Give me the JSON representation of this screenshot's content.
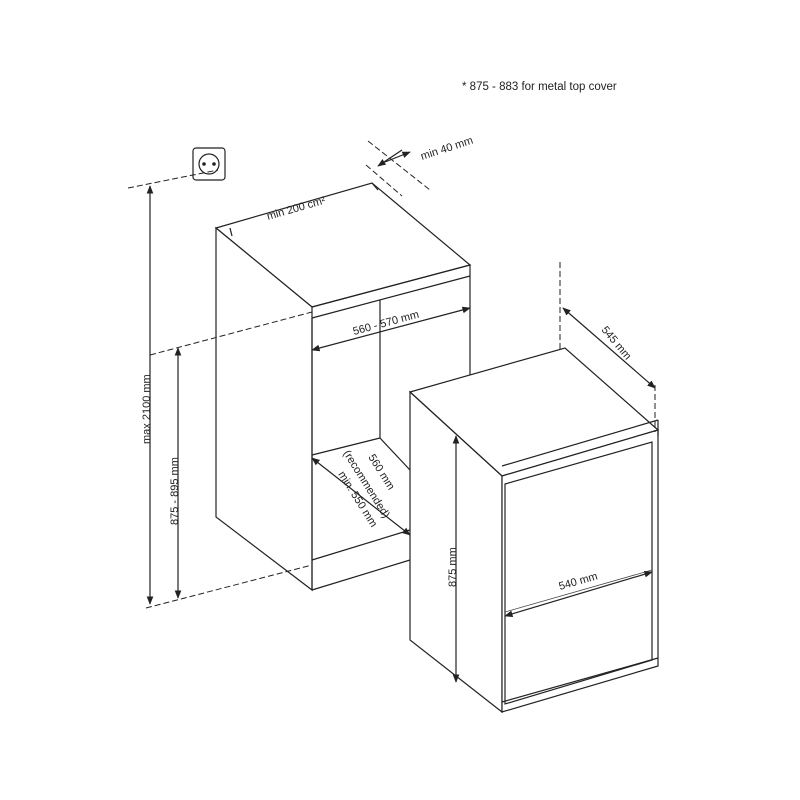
{
  "note": "* 875 - 883 for metal top cover",
  "labels": {
    "min_40": "min 40 mm",
    "min_200": "min 200 cm²",
    "niche_width": "560 - 570 mm",
    "niche_depth_1": "560 mm",
    "niche_depth_2": "(recommended)",
    "niche_depth_3": "min. 550 mm",
    "max_height": "max 2100 mm",
    "niche_height": "875 - 895 mm",
    "appliance_depth": "545 mm",
    "appliance_height": "875 mm",
    "appliance_width": "540 mm"
  },
  "icons": {
    "socket": "power-socket-icon"
  },
  "colors": {
    "line": "#222222",
    "background": "#ffffff"
  }
}
